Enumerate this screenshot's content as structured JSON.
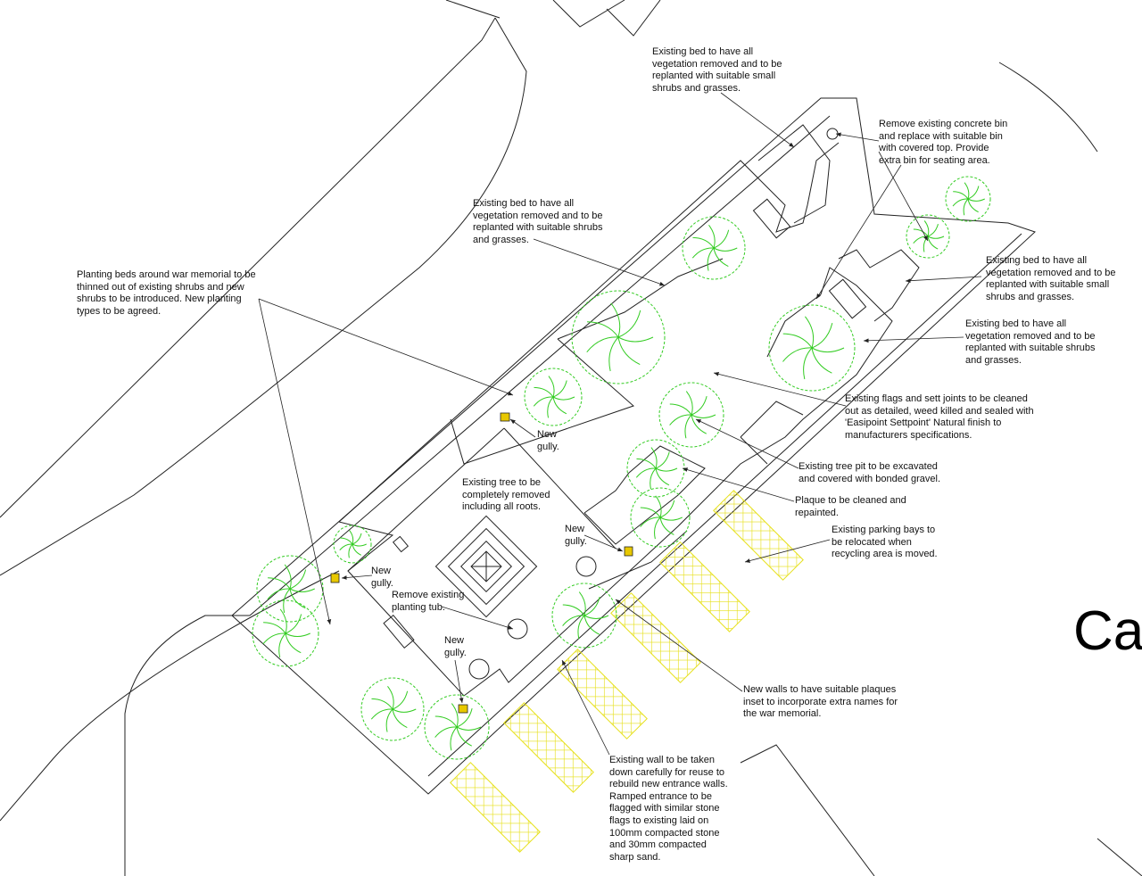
{
  "colors": {
    "line": "#222222",
    "tree": "#33cc22",
    "parking": "#e6e01a",
    "gully": "#e8c800"
  },
  "notes": {
    "bed_small_top": "Existing bed to have all\nvegetation removed and to be\nreplanted with suitable small\nshrubs and grasses.",
    "bin": "Remove existing concrete bin\nand replace with suitable bin\nwith covered top. Provide\nextra bin for seating area.",
    "bed_center": "Existing bed to have all\nvegetation removed and to be\nreplanted with suitable shrubs\nand grasses.",
    "war_memorial_beds": "Planting beds around war memorial to be\nthinned out of existing shrubs and new\nshrubs to be introduced. New planting\ntypes to be agreed.",
    "bed_small_right": "Existing bed to have all\nvegetation removed and to be\nreplanted with suitable small\nshrubs and grasses.",
    "bed_right": "Existing bed to have all\nvegetation removed and to be\nreplanted with suitable shrubs\nand grasses.",
    "flags": "Existing flags and sett joints to be cleaned\nout as detailed, weed killed and sealed with\n'Easipoint Settpoint' Natural finish to\nmanufacturers specifications.",
    "tree_pit": "Existing tree pit to be excavated\nand covered with bonded gravel.",
    "plaque": "Plaque to be cleaned and\nrepainted.",
    "parking": "Existing parking bays to\nbe relocated when\nrecycling area is moved.",
    "new_walls": "New walls to have suitable plaques\ninset to incorporate extra names for\nthe war memorial.",
    "existing_wall": "Existing wall to be taken\ndown carefully for reuse to\nrebuild new entrance walls.\nRamped entrance to be\nflagged with similar stone\nflags to existing laid on\n100mm compacted stone\nand 30mm compacted\nsharp sand.",
    "tree_removed": "Existing tree to be\ncompletely removed\nincluding all roots.",
    "gully_1": "New\ngully.",
    "gully_2": "New\ngully.",
    "gully_3": "New\ngully.",
    "gully_4": "New\ngully.",
    "planting_tub": "Remove existing\nplanting tub."
  },
  "partial_label": "Ca"
}
